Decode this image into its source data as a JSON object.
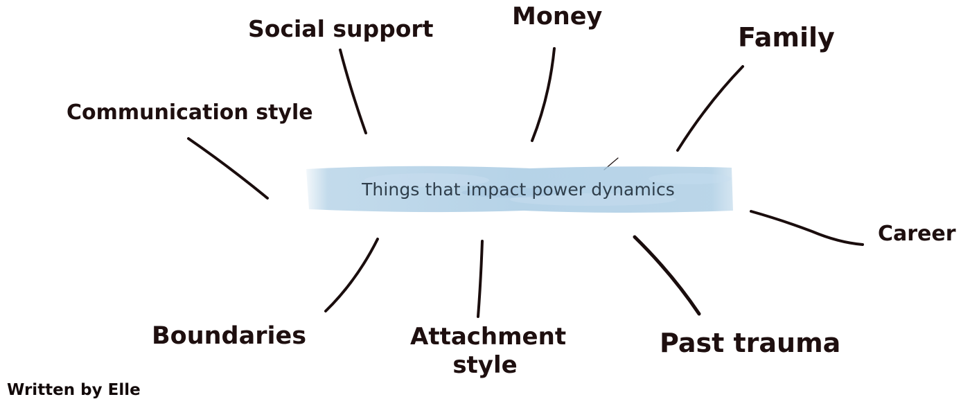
{
  "diagram": {
    "center_label": "Things that impact power dynamics",
    "topics": {
      "social_support": "Social support",
      "money": "Money",
      "family": "Family",
      "communication_style": "Communication style",
      "career": "Career",
      "boundaries": "Boundaries",
      "attachment_style": "Attachment style",
      "past_trauma": "Past trauma"
    },
    "credit": "Written by Elle"
  },
  "colors": {
    "band": "#a9cbe3",
    "band_light": "#c9def0",
    "ink": "#1e0f0f",
    "center_text": "#2f3e4b"
  }
}
